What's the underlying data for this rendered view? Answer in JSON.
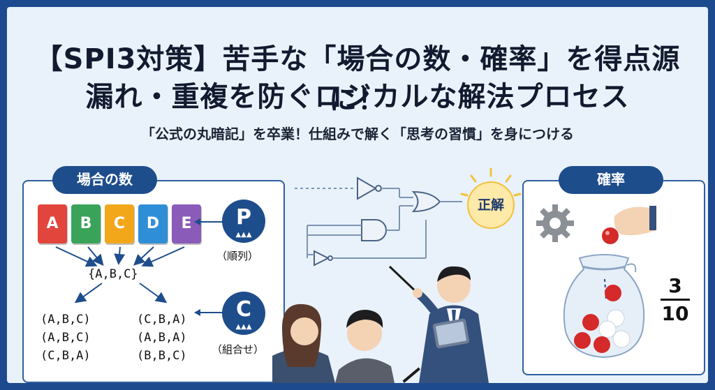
{
  "title_line1": "【SPI3対策】苦手な「場合の数・確率」を得点源に！",
  "title_line2": "漏れ・重複を防ぐロジカルな解法プロセス",
  "subtitle": "「公式の丸暗記」を卒業！仕組みで解く「思考の習慣」を身につける",
  "left_panel": {
    "heading": "場合の数",
    "cards": [
      {
        "label": "A",
        "color": "#e2453c"
      },
      {
        "label": "B",
        "color": "#3aa35a"
      },
      {
        "label": "C",
        "color": "#f2a71b"
      },
      {
        "label": "D",
        "color": "#2f8fd6"
      },
      {
        "label": "E",
        "color": "#8a5bb8"
      }
    ],
    "set_label": "{A,B,C}",
    "combos_left": [
      "(A,B,C)",
      "(A,B,C)",
      "(C,B,A)"
    ],
    "combos_right": [
      "(C,B,A)",
      "(A,B,A)",
      "(B,B,C)"
    ]
  },
  "permutation": {
    "letter": "P",
    "caption": "（順列）"
  },
  "combination": {
    "letter": "C",
    "caption": "（組合せ）"
  },
  "correct_label": "正解",
  "right_panel": {
    "heading": "確率",
    "fraction_numerator": "3",
    "fraction_denominator": "10"
  },
  "colors": {
    "navy": "#1e4d8c",
    "background": "#e9f2fb",
    "ball_red": "#d42a2a"
  }
}
